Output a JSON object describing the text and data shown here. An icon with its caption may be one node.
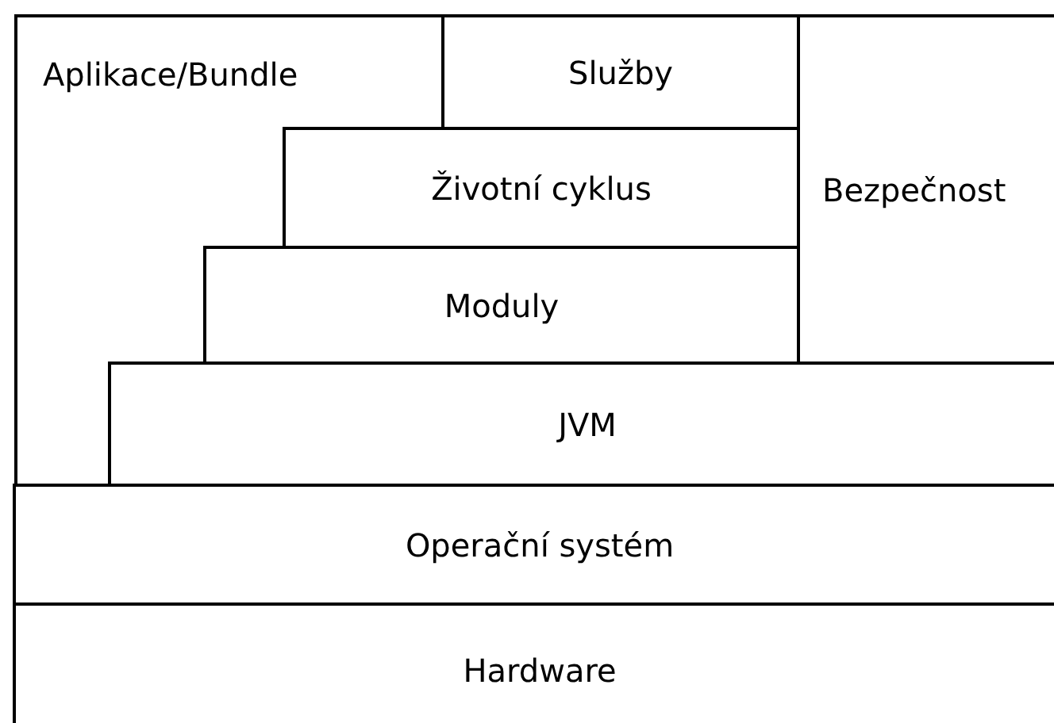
{
  "diagram": {
    "nodes": [
      {
        "text": [
          "Aplikace/Bundle"
        ]
      },
      {
        "text": [
          "Služby"
        ]
      },
      {
        "text": [
          "Bezpečnost"
        ]
      },
      {
        "text": [
          "Životní cyklus"
        ]
      },
      {
        "text": [
          "Moduly"
        ]
      },
      {
        "text": [
          "JVM"
        ]
      },
      {
        "text": [
          "Operační systém"
        ]
      },
      {
        "text": [
          "Hardware"
        ]
      }
    ]
  }
}
